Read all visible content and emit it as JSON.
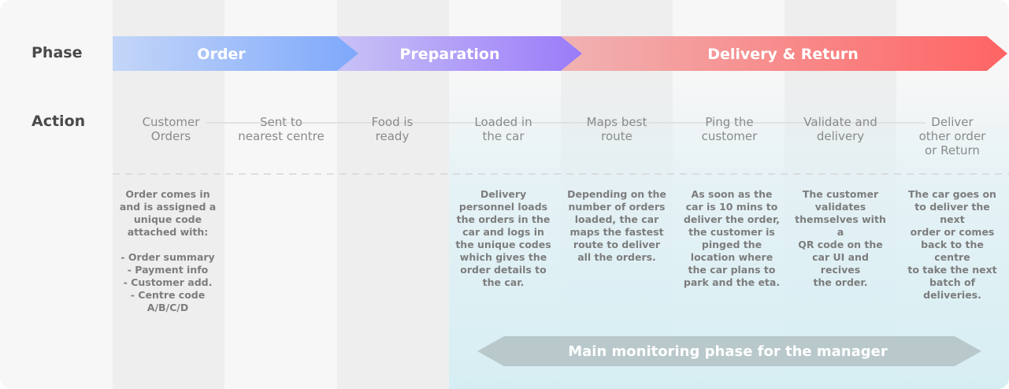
{
  "row_labels": {
    "phase": "Phase",
    "action": "Action"
  },
  "phases": [
    {
      "label": "Order",
      "color_start": "#c4d6f8",
      "color_end": "#7ea8fb"
    },
    {
      "label": "Preparation",
      "color_start": "#c9c2f6",
      "color_end": "#9a7bf9"
    },
    {
      "label": "Delivery & Return",
      "color_start": "#f1b2b2",
      "color_end": "#ff6464"
    }
  ],
  "actions": [
    "Customer Orders",
    "Sent to nearest centre",
    "Food is ready",
    "Loaded in the car",
    "Maps best route",
    "Ping the customer",
    "Validate and delivery",
    "Deliver other order or Return"
  ],
  "descriptions": [
    "Order comes in\nand is assigned a\nunique code\nattached with:\n\n- Order summary\n- Payment info\n- Customer add.\n- Centre code\nA/B/C/D",
    "",
    "",
    "Delivery\npersonnel loads\nthe orders in the\ncar and logs in\nthe unique codes\nwhich gives the\norder details to\nthe car.",
    "Depending on the\nnumber of orders\nloaded, the car\nmaps the fastest\nroute to deliver\nall the orders.",
    "As soon as the\ncar is 10 mins to\ndeliver the order,\nthe customer is\npinged the\nlocation where\nthe car plans to\npark and the eta.",
    "The customer\nvalidates\nthemselves with a\nQR code on the\ncar UI and recives\nthe order.",
    "The car goes on\nto deliver the next\norder or comes\nback to the centre\nto take the next\nbatch of\ndeliveries."
  ],
  "monitoring": {
    "label": "Main monitoring phase for the manager",
    "color": "#b9c8cb"
  }
}
